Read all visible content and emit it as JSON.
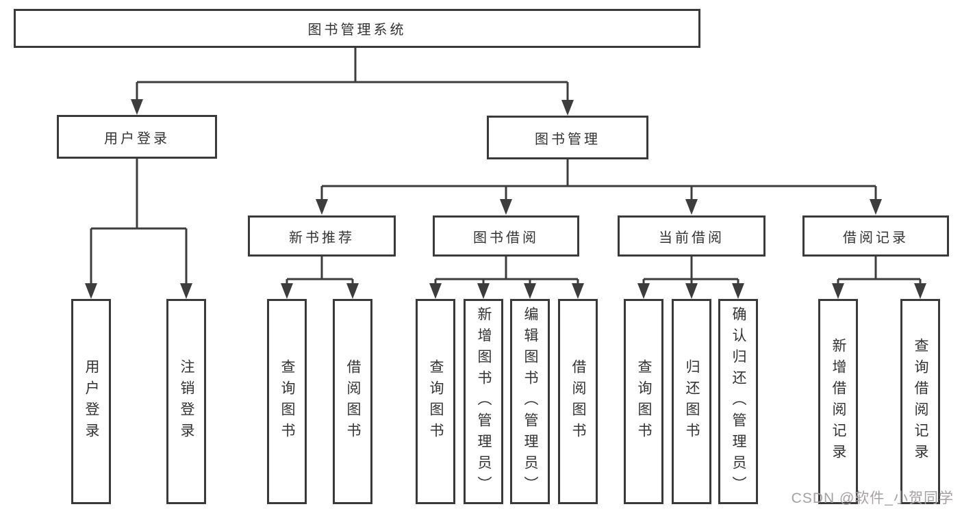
{
  "diagram": {
    "tree": {
      "label": "图书管理系统",
      "children": [
        {
          "label": "用户登录",
          "children": [
            {
              "label": "用户登录"
            },
            {
              "label": "注销登录"
            }
          ]
        },
        {
          "label": "图书管理",
          "children": [
            {
              "label": "新书推荐",
              "children": [
                {
                  "label": "查询图书"
                },
                {
                  "label": "借阅图书"
                }
              ]
            },
            {
              "label": "图书借阅",
              "children": [
                {
                  "label": "查询图书"
                },
                {
                  "label": "新增图书（管理员）"
                },
                {
                  "label": "编辑图书（管理员）"
                },
                {
                  "label": "借阅图书"
                }
              ]
            },
            {
              "label": "当前借阅",
              "children": [
                {
                  "label": "查询图书"
                },
                {
                  "label": "归还图书"
                },
                {
                  "label": "确认归还（管理员）"
                }
              ]
            },
            {
              "label": "借阅记录",
              "children": [
                {
                  "label": "新增借阅记录"
                },
                {
                  "label": "查询借阅记录"
                }
              ]
            }
          ]
        }
      ]
    },
    "colors": {
      "line": "#3d3d3d",
      "box_border": "#3a3a3a",
      "text": "#333333",
      "background": "#ffffff",
      "watermark": "#a5a1a3"
    }
  },
  "watermark": {
    "text": "CSDN @软件_小贺同学"
  }
}
